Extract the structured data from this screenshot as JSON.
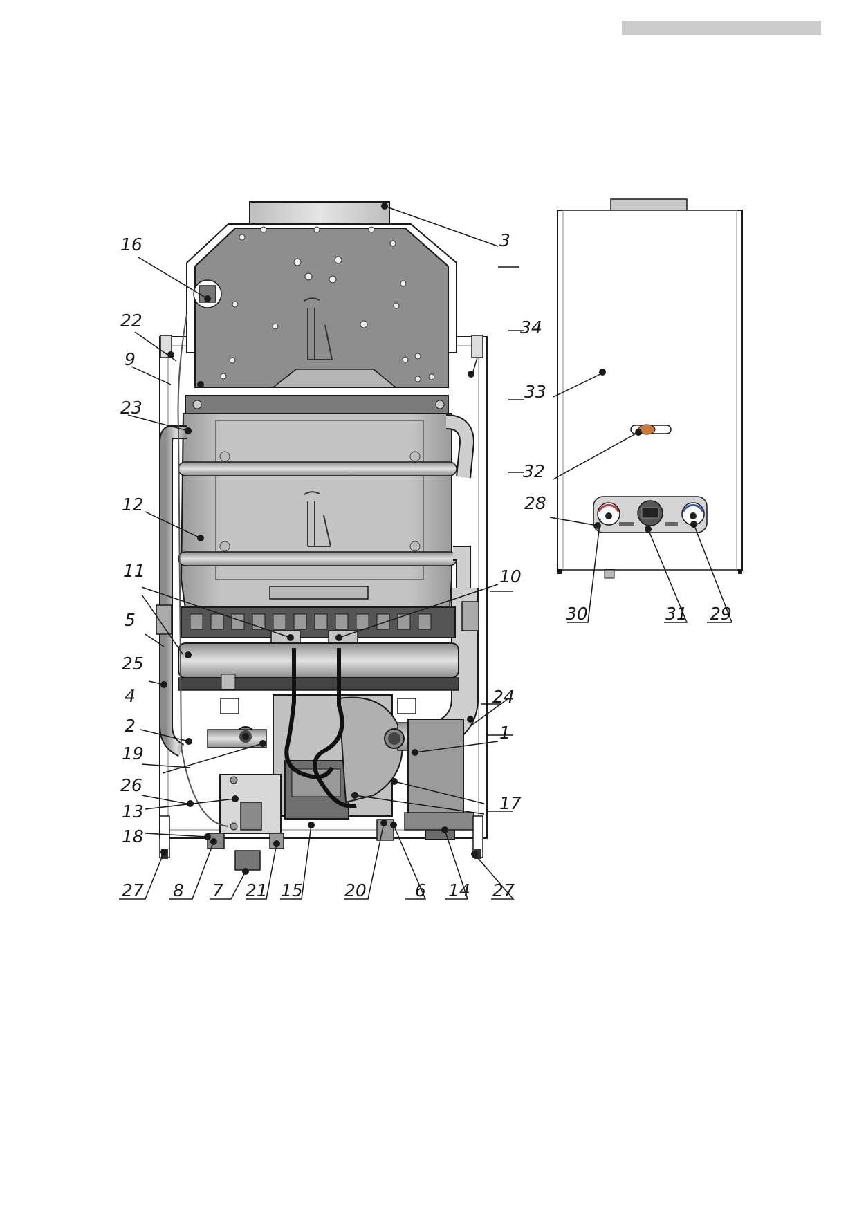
{
  "header_bar": {
    "color": "#cccccc"
  },
  "colors": {
    "line": "#1a1a1a",
    "metal_dark": "#8a8a8a",
    "metal_mid": "#a8a8a8",
    "metal_light": "#c9c9c9",
    "panel_blue": "#3d5fb0",
    "panel_red": "#c23a3a"
  },
  "callouts": [
    {
      "id": "c1",
      "label": "1"
    },
    {
      "id": "c2",
      "label": "2"
    },
    {
      "id": "c3",
      "label": "3"
    },
    {
      "id": "c4",
      "label": "4"
    },
    {
      "id": "c5",
      "label": "5"
    },
    {
      "id": "c6",
      "label": "6"
    },
    {
      "id": "c7",
      "label": "7"
    },
    {
      "id": "c8",
      "label": "8"
    },
    {
      "id": "c9",
      "label": "9"
    },
    {
      "id": "c10",
      "label": "10"
    },
    {
      "id": "c11",
      "label": "11"
    },
    {
      "id": "c12",
      "label": "12"
    },
    {
      "id": "c13",
      "label": "13"
    },
    {
      "id": "c14",
      "label": "14"
    },
    {
      "id": "c15",
      "label": "15"
    },
    {
      "id": "c16",
      "label": "16"
    },
    {
      "id": "c17",
      "label": "17"
    },
    {
      "id": "c18",
      "label": "18"
    },
    {
      "id": "c19",
      "label": "19"
    },
    {
      "id": "c20",
      "label": "20"
    },
    {
      "id": "c21",
      "label": "21"
    },
    {
      "id": "c22",
      "label": "22"
    },
    {
      "id": "c23",
      "label": "23"
    },
    {
      "id": "c24",
      "label": "24"
    },
    {
      "id": "c25",
      "label": "25"
    },
    {
      "id": "c26",
      "label": "26"
    },
    {
      "id": "c27a",
      "label": "27"
    },
    {
      "id": "c27b",
      "label": "27"
    },
    {
      "id": "c28",
      "label": "28"
    },
    {
      "id": "c29",
      "label": "29"
    },
    {
      "id": "c30",
      "label": "30"
    },
    {
      "id": "c31",
      "label": "31"
    },
    {
      "id": "c32",
      "label": "32"
    },
    {
      "id": "c33",
      "label": "33"
    },
    {
      "id": "c34",
      "label": "34"
    }
  ]
}
